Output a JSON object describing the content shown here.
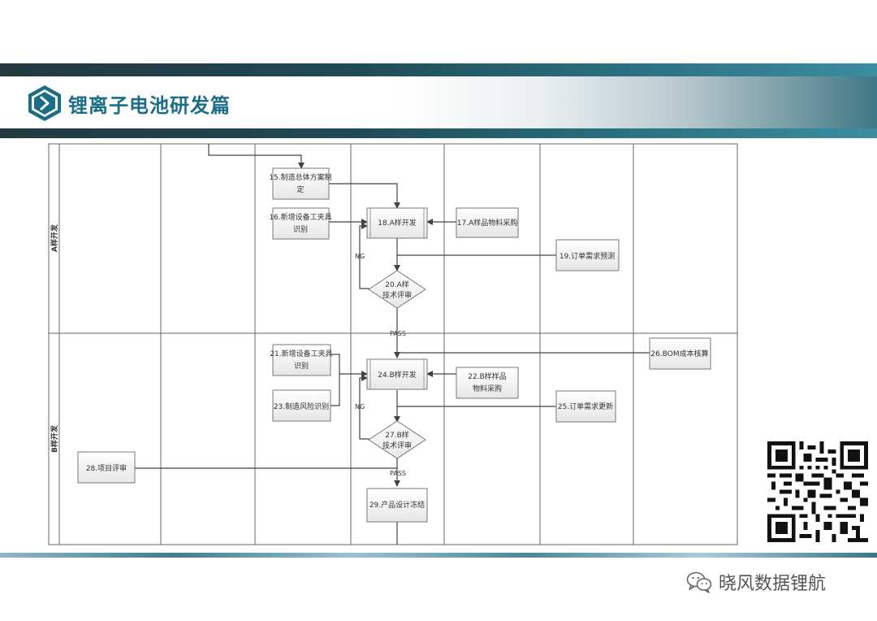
{
  "header": {
    "title": "锂离子电池研发篇",
    "logo_icon": "chevron-right-hexagon-icon"
  },
  "lanes": {
    "a": "A样开发",
    "b": "B样开发"
  },
  "nodes": {
    "n15": [
      "15.制造总体方案制",
      "定"
    ],
    "n16": [
      "16.新增设备工夹具",
      "识别"
    ],
    "n18": [
      "18.A样开发"
    ],
    "n17": [
      "17.A样品物料采购"
    ],
    "n19": [
      "19.订单需求预测"
    ],
    "n20": [
      "20.A样",
      "技术评审"
    ],
    "n21": [
      "21.新增设备工夹具",
      "识别"
    ],
    "n24": [
      "24.B样开发"
    ],
    "n22": [
      "22.B样样品",
      "物料采购"
    ],
    "n23": [
      "23.制造风险识别"
    ],
    "n25": [
      "25.订单需求更新"
    ],
    "n26": [
      "26.BOM成本核算"
    ],
    "n27": [
      "27.B样",
      "技术评审"
    ],
    "n28": [
      "28.项目评审"
    ],
    "n29": [
      "29.产品设计冻结"
    ]
  },
  "edges": {
    "ng": "NG",
    "pass": "PASS"
  },
  "footer": {
    "brand": "晓风数据锂航",
    "brand_icon": "wechat-icon"
  },
  "colors": {
    "accent": "#1c6e86",
    "band_dark": "#23383f"
  }
}
